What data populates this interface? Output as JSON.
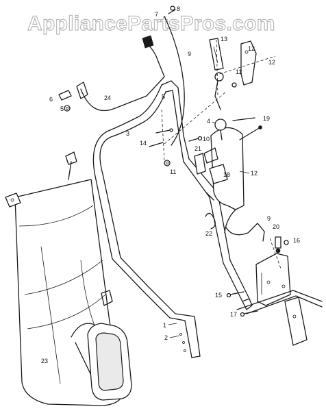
{
  "watermark": "AppliancePartsPros.com",
  "callouts": {
    "c1": "1",
    "c2": "2",
    "c3": "3",
    "c4": "4",
    "c5a": "5",
    "c5b": "5",
    "c6": "6",
    "c7": "7",
    "c8": "8",
    "c9a": "9",
    "c9b": "9",
    "c10": "10",
    "c11a": "11",
    "c11b": "11",
    "c12a": "12",
    "c12b": "12",
    "c12c": "12",
    "c13": "13",
    "c14": "14",
    "c15": "15",
    "c16": "16",
    "c17": "17",
    "c18": "18",
    "c19": "19",
    "c20": "20",
    "c21": "21",
    "c22": "22",
    "c23": "23",
    "c24": "24"
  }
}
